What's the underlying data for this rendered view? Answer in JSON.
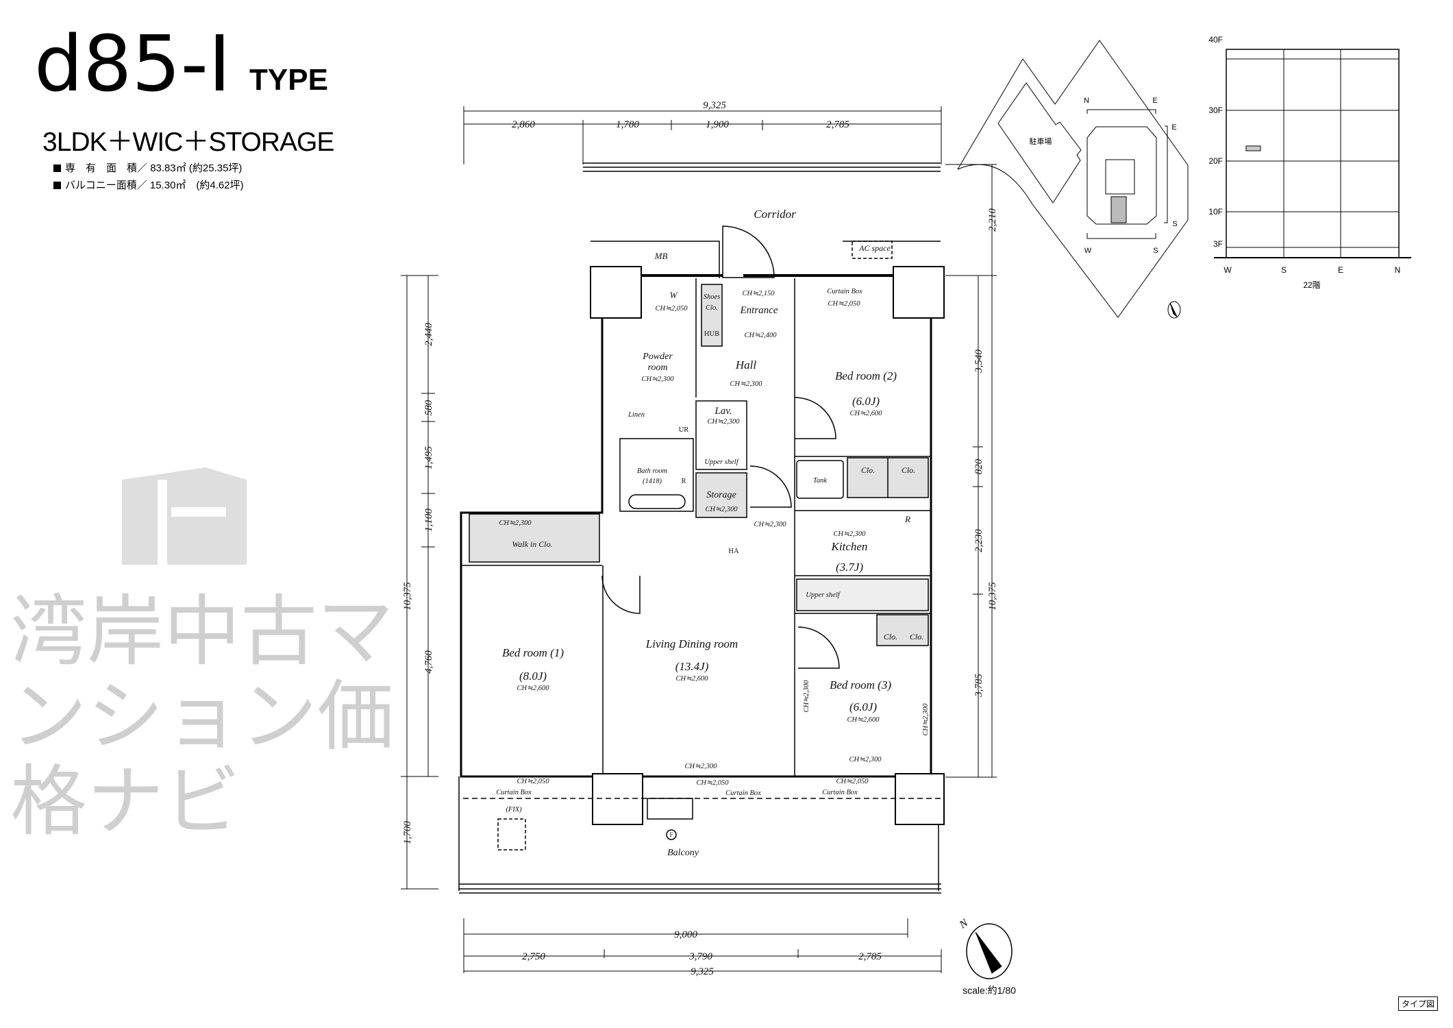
{
  "header": {
    "type_code": "d85-I",
    "type_suffix": "TYPE",
    "layout": "3LDK＋WIC＋STORAGE",
    "areas": [
      {
        "label": "専　有　面　積／",
        "value": "83.83㎡ (約25.35坪)"
      },
      {
        "label": "バルコニー面積／",
        "value": "15.30㎡　(約4.62坪)"
      }
    ]
  },
  "key_plan": {
    "parking_label": "駐車場",
    "directions": {
      "n": "N",
      "e1": "E",
      "e2": "E",
      "s1": "S",
      "w": "W",
      "s2": "S"
    }
  },
  "floor_chart": {
    "floors": [
      "40F",
      "30F",
      "20F",
      "10F",
      "3F"
    ],
    "sides": [
      "W",
      "S",
      "E",
      "N"
    ],
    "floor_label": "22階",
    "current_floor": 22
  },
  "plan": {
    "corridor": "Corridor",
    "rooms": {
      "mb": "MB",
      "w": "W",
      "w_ch": "CH≒2,050",
      "shoes": "Shoes",
      "shoes2": "Clo.",
      "hub": "HUB",
      "entrance": "Entrance",
      "entrance_ch1": "CH≒2,150",
      "entrance_ch2": "CH≒2,400",
      "ac_space": "AC space",
      "curtain_box_top": "Curtain Box",
      "curtain_box_top_ch": "CH≒2,050",
      "powder": "Powder",
      "powder2": "room",
      "powder_ch": "CH≒2,300",
      "hall": "Hall",
      "hall_ch": "CH≒2,300",
      "bed2": "Bed room (2)",
      "bed2_size": "(6.0J)",
      "bed2_ch": "CH≒2,600",
      "linen": "Linen",
      "ur": "UR",
      "lav": "Lav.",
      "lav_ch": "CH≒2,300",
      "upper_shelf1": "Upper shelf",
      "bath": "Bath room",
      "bath_size": "(1418)",
      "bath_r": "R",
      "tank": "Tank",
      "clo1": "Clo.",
      "clo2": "Clo.",
      "storage": "Storage",
      "storage_ch": "CH≒2,300",
      "passage_ch": "CH≒2,300",
      "wic_ch": "CH≒2,300",
      "wic": "Walk in Clo.",
      "ha": "HA",
      "kitchen_ch": "CH≒2,300",
      "kitchen": "Kitchen",
      "kitchen_size": "(3.7J)",
      "kitchen_r": "R",
      "upper_shelf2": "Upper shelf",
      "clo3": "Clo.",
      "clo4": "Clo.",
      "bed1": "Bed room (1)",
      "bed1_size": "(8.0J)",
      "bed1_ch": "CH≒2,600",
      "ldk": "Living Dining room",
      "ldk_size": "(13.4J)",
      "ldk_ch": "CH≒2,600",
      "bed3": "Bed room (3)",
      "bed3_size": "(6.0J)",
      "bed3_ch": "CH≒2,600",
      "bed3_ch_left": "CH≒2,300",
      "bed3_ch_right": "CH≒2,300",
      "ldk_ch_bottom": "CH≒2,300",
      "bed3_ch_bottom": "CH≒2,300",
      "cb1_ch": "CH≒2,050",
      "cb1": "Curtain Box",
      "cb2_ch": "CH≒2,050",
      "cb2": "Curtain Box",
      "cb3_ch": "CH≒2,050",
      "cb3": "Curtain Box",
      "fix": "(FIX)",
      "f": "F",
      "balcony": "Balcony"
    },
    "dims": {
      "top_total": "9,325",
      "top_parts": [
        "2,860",
        "1,780",
        "1,900",
        "2,785"
      ],
      "left_parts": [
        "2,440",
        "580",
        "1,495",
        "1,100",
        "4,760"
      ],
      "left_total": "10,375",
      "left_balcony": "1,700",
      "right_corridor": "2,210",
      "right_parts": [
        "3,540",
        "820",
        "2,230",
        "3,785"
      ],
      "right_total": "10,375",
      "bottom_inner": "9,000",
      "bottom_parts": [
        "2,750",
        "3,790",
        "2,785"
      ],
      "bottom_total": "9,325"
    }
  },
  "compass": {
    "n": "N"
  },
  "scale": "scale:約1/80",
  "watermark": "湾岸中古マンション価格ナビ",
  "footer_tag": "タイプ図"
}
